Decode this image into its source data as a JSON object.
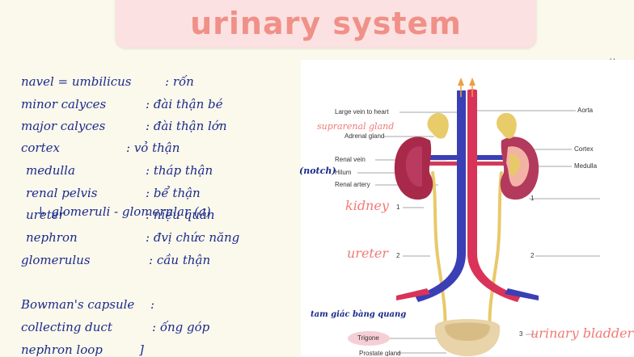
{
  "title": "urinary system",
  "notes": [
    {
      "term": "navel = umbilicus",
      "def": ": rốn"
    },
    {
      "term": "minor calyces",
      "def": ": đài thận bé"
    },
    {
      "term": "major calyces",
      "def": ": đài thận lớn"
    },
    {
      "term": "cortex",
      "def": ": vỏ thận"
    },
    {
      "term": "medulla",
      "def": ": tháp thận"
    },
    {
      "term": "renal pelvis",
      "def": ": bể thận"
    },
    {
      "term": "ureter",
      "def": ": niệu quản"
    },
    {
      "term": "nephron",
      "def": ": đvị chức năng"
    },
    {
      "term": "glomerulus",
      "def": ": cầu thận"
    },
    {
      "term": "Bowman's capsule",
      "def": ":"
    },
    {
      "term": "collecting duct",
      "def": ": ống góp"
    },
    {
      "term": "nephron loop",
      "def": "]"
    }
  ],
  "glomerulus_sub": "↳ glomeruli - glomerular (a)",
  "diagram": {
    "corner_letter": "U",
    "labels_left": [
      "Large vein to heart",
      "Adrenal gland",
      "Renal vein",
      "Hilum",
      "Renal artery",
      "Trigone",
      "Prostate gland"
    ],
    "labels_right": [
      "Aorta",
      "Cortex",
      "Medulla"
    ],
    "numbers": [
      "1",
      "1",
      "2",
      "2",
      "3"
    ],
    "annotations": {
      "adrenal": "suprarenal gland",
      "hilum": "(notch)",
      "kidney": "kidney",
      "ureter": "ureter",
      "trigone": "tam giác bàng quang",
      "bladder": "urinary bladder"
    }
  }
}
